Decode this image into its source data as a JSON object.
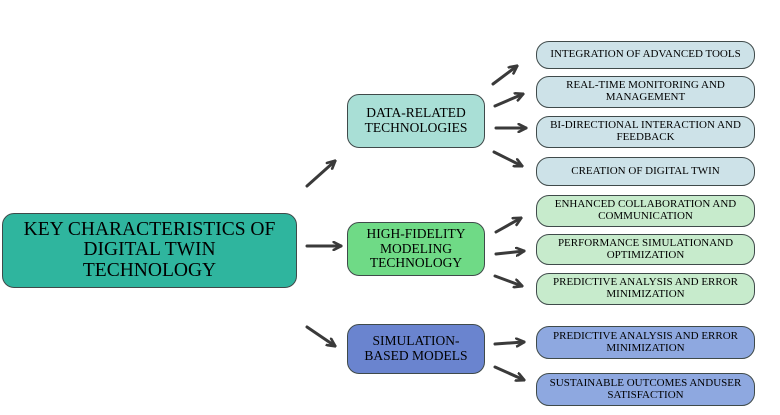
{
  "root": {
    "label": "KEY CHARACTERISTICS OF DIGITAL TWIN TECHNOLOGY"
  },
  "categories": [
    {
      "label": "DATA-RELATED TECHNOLOGIES",
      "color": "#a9dfd6",
      "items": [
        "INTEGRATION OF ADVANCED TOOLS",
        "REAL-TIME MONITORING AND MANAGEMENT",
        "BI-DIRECTIONAL INTERACTION AND FEEDBACK",
        "CREATION OF DIGITAL TWIN"
      ]
    },
    {
      "label": "HIGH-FIDELITY MODELING TECHNOLOGY",
      "color": "#6fda86",
      "items": [
        "ENHANCED COLLABORATION AND COMMUNICATION",
        "PERFORMANCE SIMULATIONAND OPTIMIZATION",
        "PREDICTIVE ANALYSIS AND ERROR MINIMIZATION"
      ]
    },
    {
      "label": "SIMULATION-BASED MODELS",
      "color": "#6a84cf",
      "items": [
        "PREDICTIVE ANALYSIS AND ERROR MINIMIZATION",
        "SUSTAINABLE OUTCOMES ANDUSER SATISFACTION"
      ]
    }
  ],
  "arrow_color": "#3a3a3a"
}
